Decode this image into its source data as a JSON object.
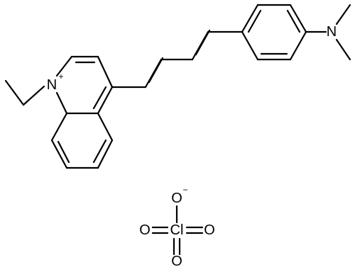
{
  "structure": {
    "cation": {
      "atoms": {
        "n_ring": {
          "symbol": "N",
          "charge": "+"
        },
        "n_amine": {
          "symbol": "N"
        }
      }
    },
    "anion": {
      "atoms": {
        "cl": {
          "symbol": "Cl"
        },
        "o_top": {
          "symbol": "O",
          "charge": "−"
        },
        "o_left": {
          "symbol": "O"
        },
        "o_right": {
          "symbol": "O"
        },
        "o_bottom": {
          "symbol": "O"
        }
      }
    }
  }
}
